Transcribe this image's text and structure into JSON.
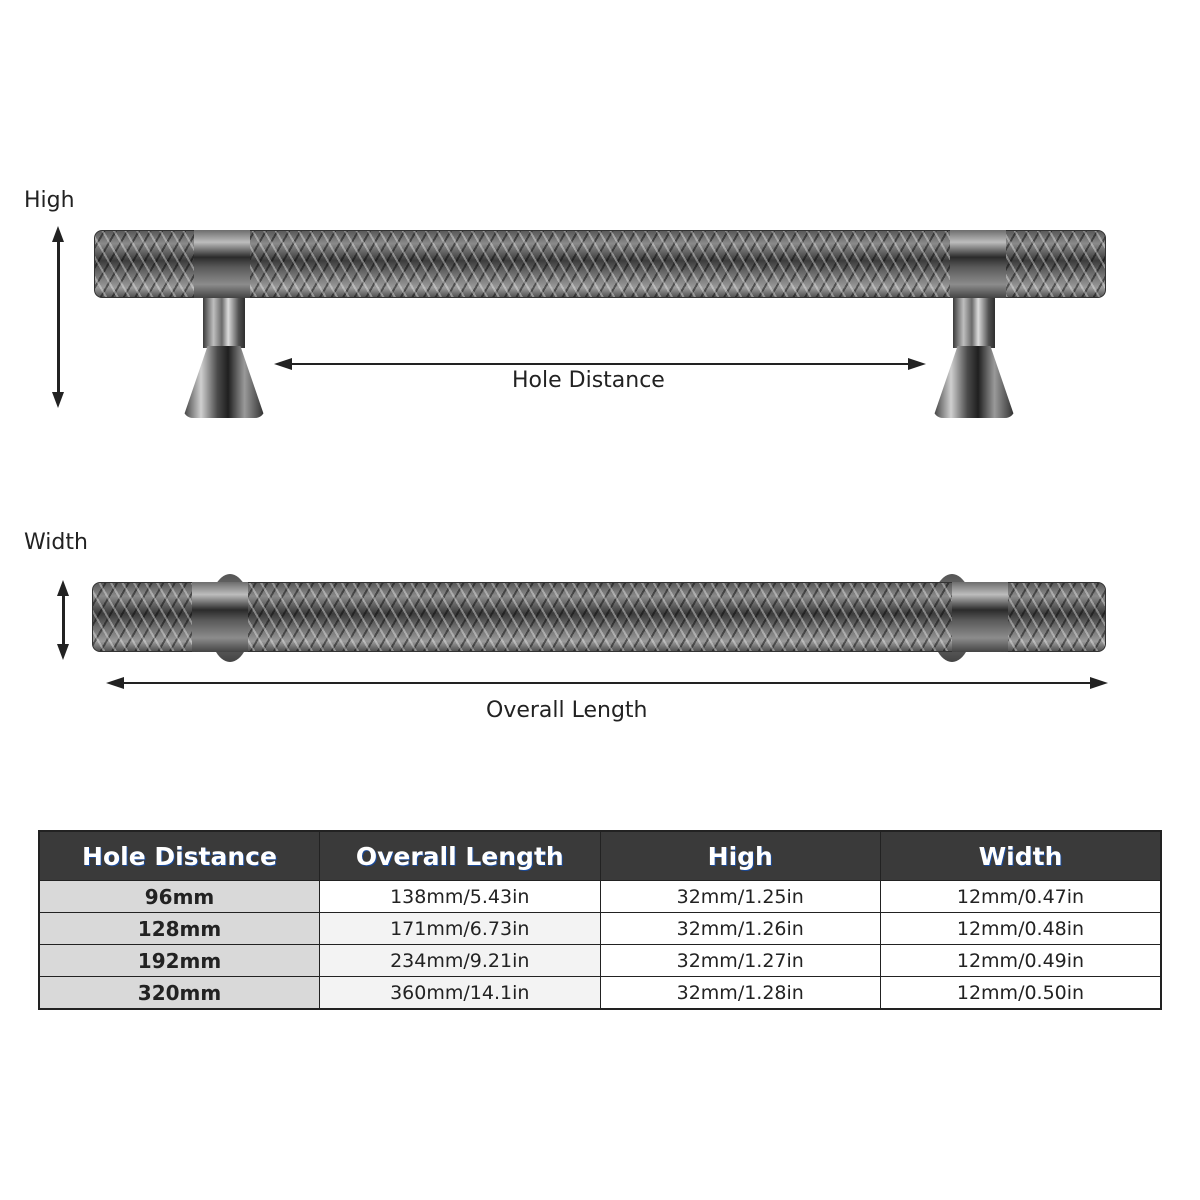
{
  "diagram": {
    "side_view": {
      "height_label": "High",
      "hole_distance_label": "Hole Distance"
    },
    "top_view": {
      "width_label": "Width",
      "overall_length_label": "Overall Length"
    }
  },
  "spec_table": {
    "headers": [
      "Hole Distance",
      "Overall Length",
      "High",
      "Width"
    ],
    "rows": [
      {
        "hole_distance": "96mm",
        "overall_length": "138mm/5.43in",
        "high": "32mm/1.25in",
        "width": "12mm/0.47in"
      },
      {
        "hole_distance": "128mm",
        "overall_length": "171mm/6.73in",
        "high": "32mm/1.26in",
        "width": "12mm/0.48in"
      },
      {
        "hole_distance": "192mm",
        "overall_length": "234mm/9.21in",
        "high": "32mm/1.27in",
        "width": "12mm/0.49in"
      },
      {
        "hole_distance": "320mm",
        "overall_length": "360mm/14.1in",
        "high": "32mm/1.28in",
        "width": "12mm/0.50in"
      }
    ]
  },
  "colors": {
    "header_bg": "#3a3a3a",
    "header_text": "#ffffff",
    "first_col_bg": "#d9d9d9",
    "finish": "#6a6a6a"
  }
}
